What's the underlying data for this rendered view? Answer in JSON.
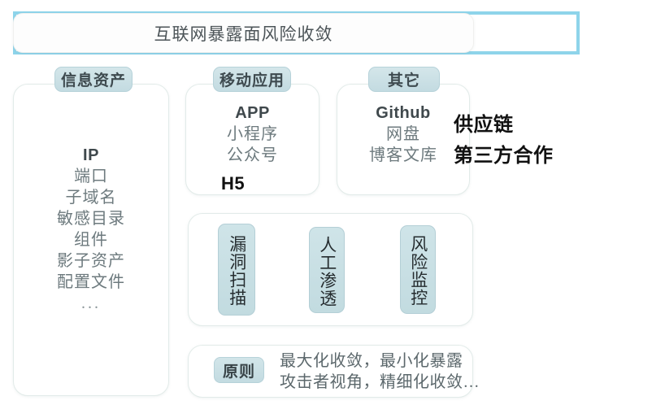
{
  "banner": {
    "title": "互联网暴露面风险收敛",
    "border_color": "#8ed4ea"
  },
  "columns": [
    {
      "badge": "信息资产",
      "items": [
        "IP",
        "端口",
        "子域名",
        "敏感目录",
        "组件",
        "影子资产",
        "配置文件",
        "..."
      ]
    },
    {
      "badge": "移动应用",
      "items": [
        "APP",
        "小程序",
        "公众号"
      ]
    },
    {
      "badge": "其它",
      "items": [
        "Github",
        "网盘",
        "博客文库"
      ]
    }
  ],
  "annotations": [
    {
      "text": "H5",
      "font_size": "22px"
    },
    {
      "text": "供应链",
      "font_size": "24px"
    },
    {
      "text": "第三方合作",
      "font_size": "24px"
    }
  ],
  "capabilities": [
    {
      "label": "漏洞扫描"
    },
    {
      "label": "人工渗透"
    },
    {
      "label": "风险监控"
    }
  ],
  "principle": {
    "badge": "原则",
    "lines": [
      "最大化收敛，最小化暴露",
      "攻击者视角，精细化收敛…"
    ]
  },
  "theme": {
    "badge_fill": "#c9e0e5",
    "card_border": "#e2ebe9",
    "text_muted": "#6d7a7e",
    "annotation_color": "#111111"
  }
}
